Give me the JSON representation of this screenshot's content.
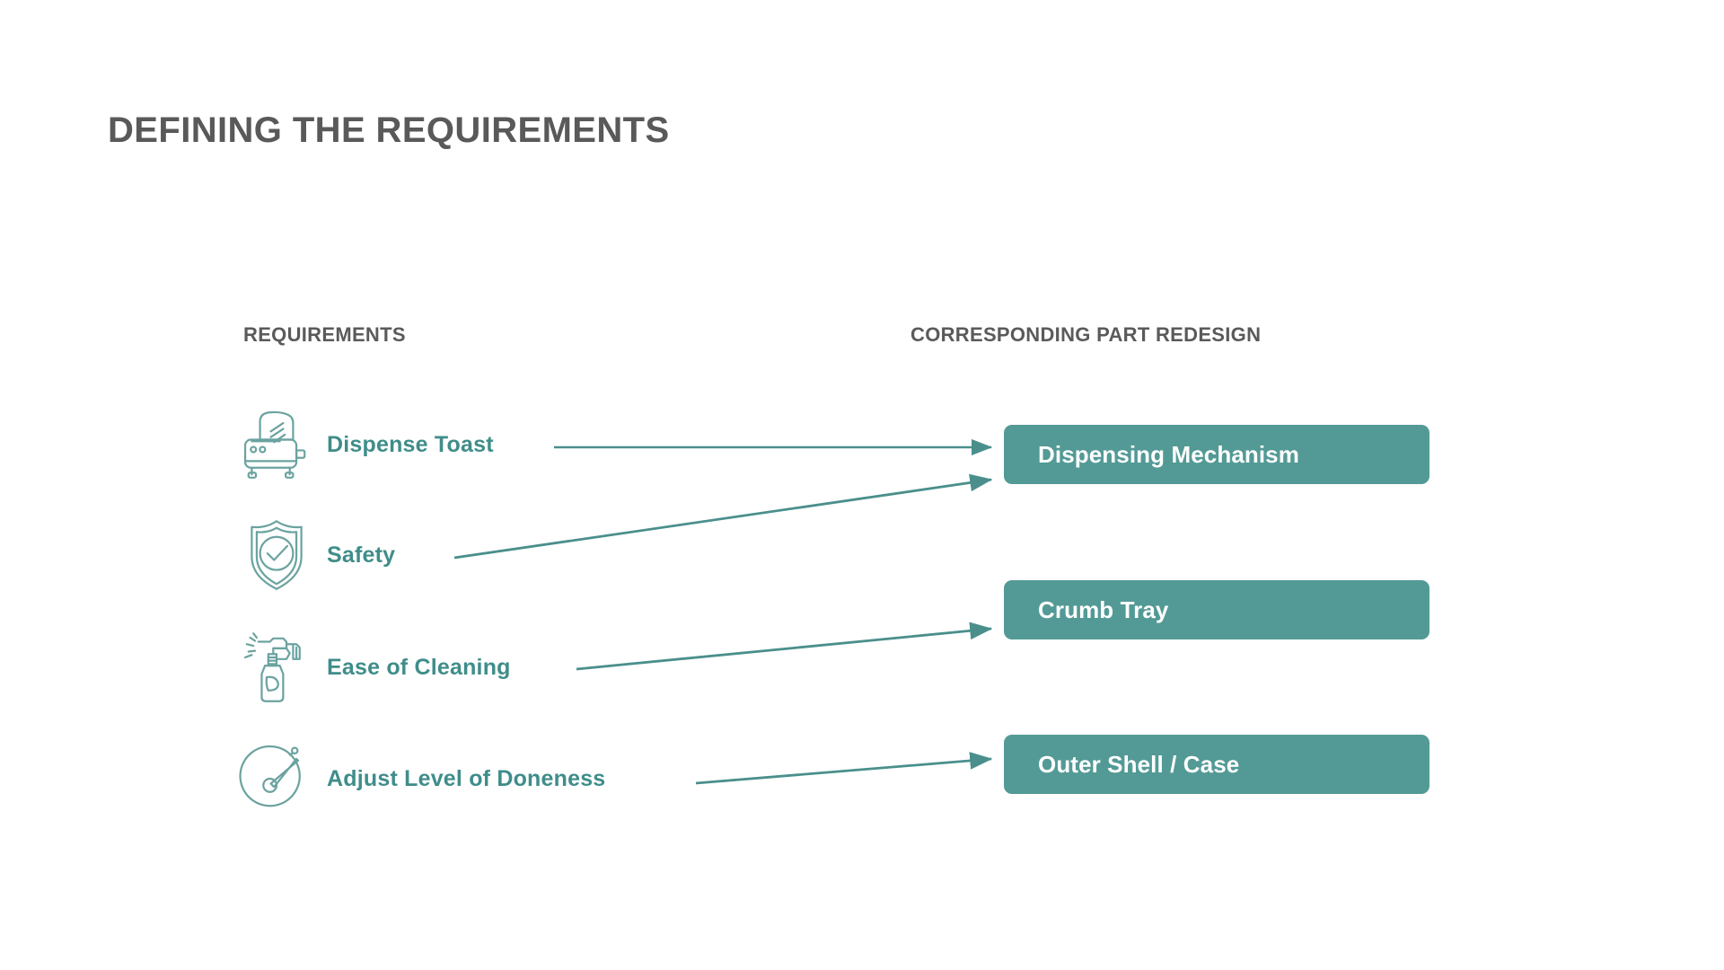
{
  "slide": {
    "title": "DEFINING THE REQUIREMENTS",
    "background_color": "#ffffff",
    "title_color": "#595959"
  },
  "colors": {
    "teal_fill": "#539a96",
    "teal_label": "#3f8d8a",
    "teal_icon_stroke": "#6ba3a0",
    "arrow": "#4a8f8c",
    "heading_gray": "#5a5a5a",
    "box_text": "#ffffff"
  },
  "columns": {
    "left_heading": "REQUIREMENTS",
    "right_heading": "CORRESPONDING PART REDESIGN"
  },
  "requirements": [
    {
      "label": "Dispense Toast",
      "icon": "toaster-icon"
    },
    {
      "label": "Safety",
      "icon": "shield-check-icon"
    },
    {
      "label": "Ease of Cleaning",
      "icon": "spray-bottle-icon"
    },
    {
      "label": "Adjust Level of Doneness",
      "icon": "dial-knob-icon"
    }
  ],
  "parts": [
    {
      "label": "Dispensing Mechanism"
    },
    {
      "label": "Crumb Tray"
    },
    {
      "label": "Outer Shell / Case"
    }
  ],
  "connections": [
    {
      "from": "Dispense Toast",
      "to": "Dispensing Mechanism"
    },
    {
      "from": "Safety",
      "to": "Dispensing Mechanism"
    },
    {
      "from": "Ease of Cleaning",
      "to": "Crumb Tray"
    },
    {
      "from": "Adjust Level of Doneness",
      "to": "Outer Shell / Case"
    }
  ]
}
